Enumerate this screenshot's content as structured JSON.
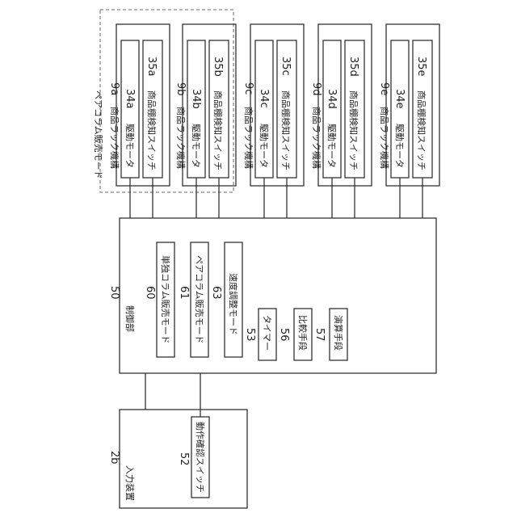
{
  "pair_mode_label": "ペアコラム販売モード",
  "racks": [
    {
      "id": "a",
      "mechanism": "商品ラック機構",
      "mech_num": "9a",
      "motor": "駆動モータ",
      "motor_num": "34a",
      "switch": "商品棚検知スイッチ",
      "switch_num": "35a"
    },
    {
      "id": "b",
      "mechanism": "商品ラック機構",
      "mech_num": "9b",
      "motor": "駆動モータ",
      "motor_num": "34b",
      "switch": "商品棚検知スイッチ",
      "switch_num": "35b"
    },
    {
      "id": "c",
      "mechanism": "商品ラック機構",
      "mech_num": "9c",
      "motor": "駆動モータ",
      "motor_num": "34c",
      "switch": "商品棚検知スイッチ",
      "switch_num": "35c"
    },
    {
      "id": "d",
      "mechanism": "商品ラック機構",
      "mech_num": "9d",
      "motor": "駆動モータ",
      "motor_num": "34d",
      "switch": "商品棚検知スイッチ",
      "switch_num": "35d"
    },
    {
      "id": "e",
      "mechanism": "商品ラック機構",
      "mech_num": "9e",
      "motor": "駆動モータ",
      "motor_num": "34e",
      "switch": "商品棚検知スイッチ",
      "switch_num": "35e"
    }
  ],
  "control": {
    "label": "制御部",
    "num": "50",
    "modes": [
      {
        "num": "60",
        "label": "単独コラム販売モード"
      },
      {
        "num": "61",
        "label": "ペアコラム販売モード"
      },
      {
        "num": "63",
        "label": "速度調整モード"
      }
    ],
    "units": [
      {
        "num": "53",
        "label": "タイマー"
      },
      {
        "num": "56",
        "label": "比較手段"
      },
      {
        "num": "57",
        "label": "演算手段"
      }
    ]
  },
  "input_device": {
    "label": "入力装置",
    "num": "2b",
    "switch_num": "52",
    "switch_label": "動作確認スイッチ"
  }
}
